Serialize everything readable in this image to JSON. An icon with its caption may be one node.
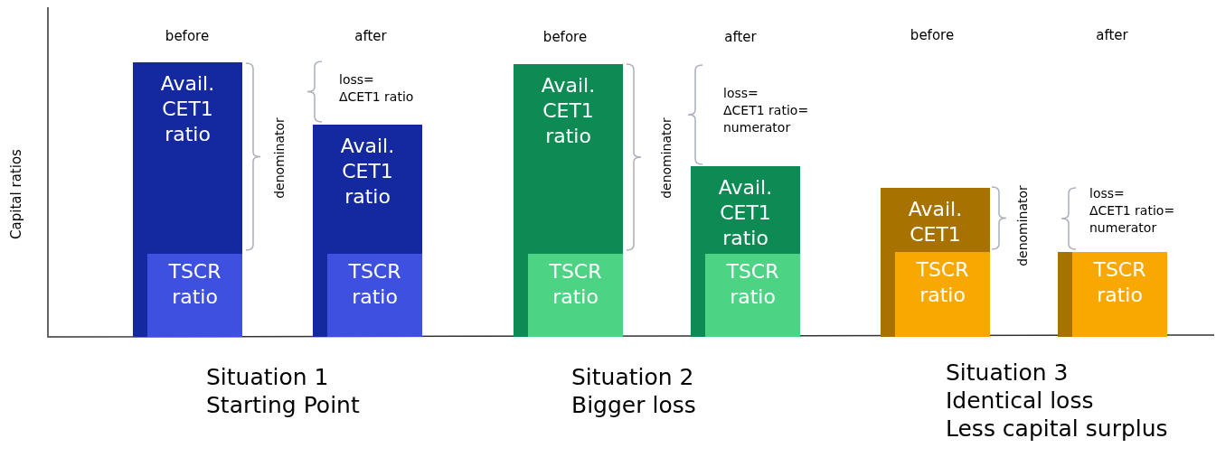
{
  "diagram": {
    "nodes": [
      {
        "text": [
          "Avail. CET1 ratio"
        ]
      },
      {
        "text": [
          "TSCR ratio"
        ],
        "in": 0
      },
      {
        "text": [
          "Avail. CET1 ratio"
        ]
      },
      {
        "text": [
          "TSCR ratio"
        ],
        "in": 2
      },
      {
        "text": [
          "Avail. CET1 ratio"
        ]
      },
      {
        "text": [
          "TSCR ratio"
        ],
        "in": 4
      },
      {
        "text": [
          "Avail. CET1 ratio"
        ]
      },
      {
        "text": [
          "TSCR ratio"
        ],
        "in": 6
      },
      {
        "text": [
          "Avail. CET1"
        ]
      },
      {
        "text": [
          "TSCR ratio"
        ],
        "in": 8
      },
      {
        "text": [],
        "shape": "bar"
      },
      {
        "text": [
          "TSCR ratio"
        ],
        "in": 10
      }
    ],
    "edges": [],
    "labels": [
      "Capital ratios",
      "before",
      "after",
      "before",
      "after",
      "before",
      "after",
      "loss= ΔCET1 ratio",
      "denominator",
      "loss= ΔCET1 ratio= numerator",
      "denominator",
      "denominator",
      "loss= ΔCET1 ratio= numerator",
      "Situation 1",
      "Starting Point",
      "Situation 2",
      "Bigger loss",
      "Situation 3",
      "Identical loss",
      "Less capital surplus"
    ]
  }
}
